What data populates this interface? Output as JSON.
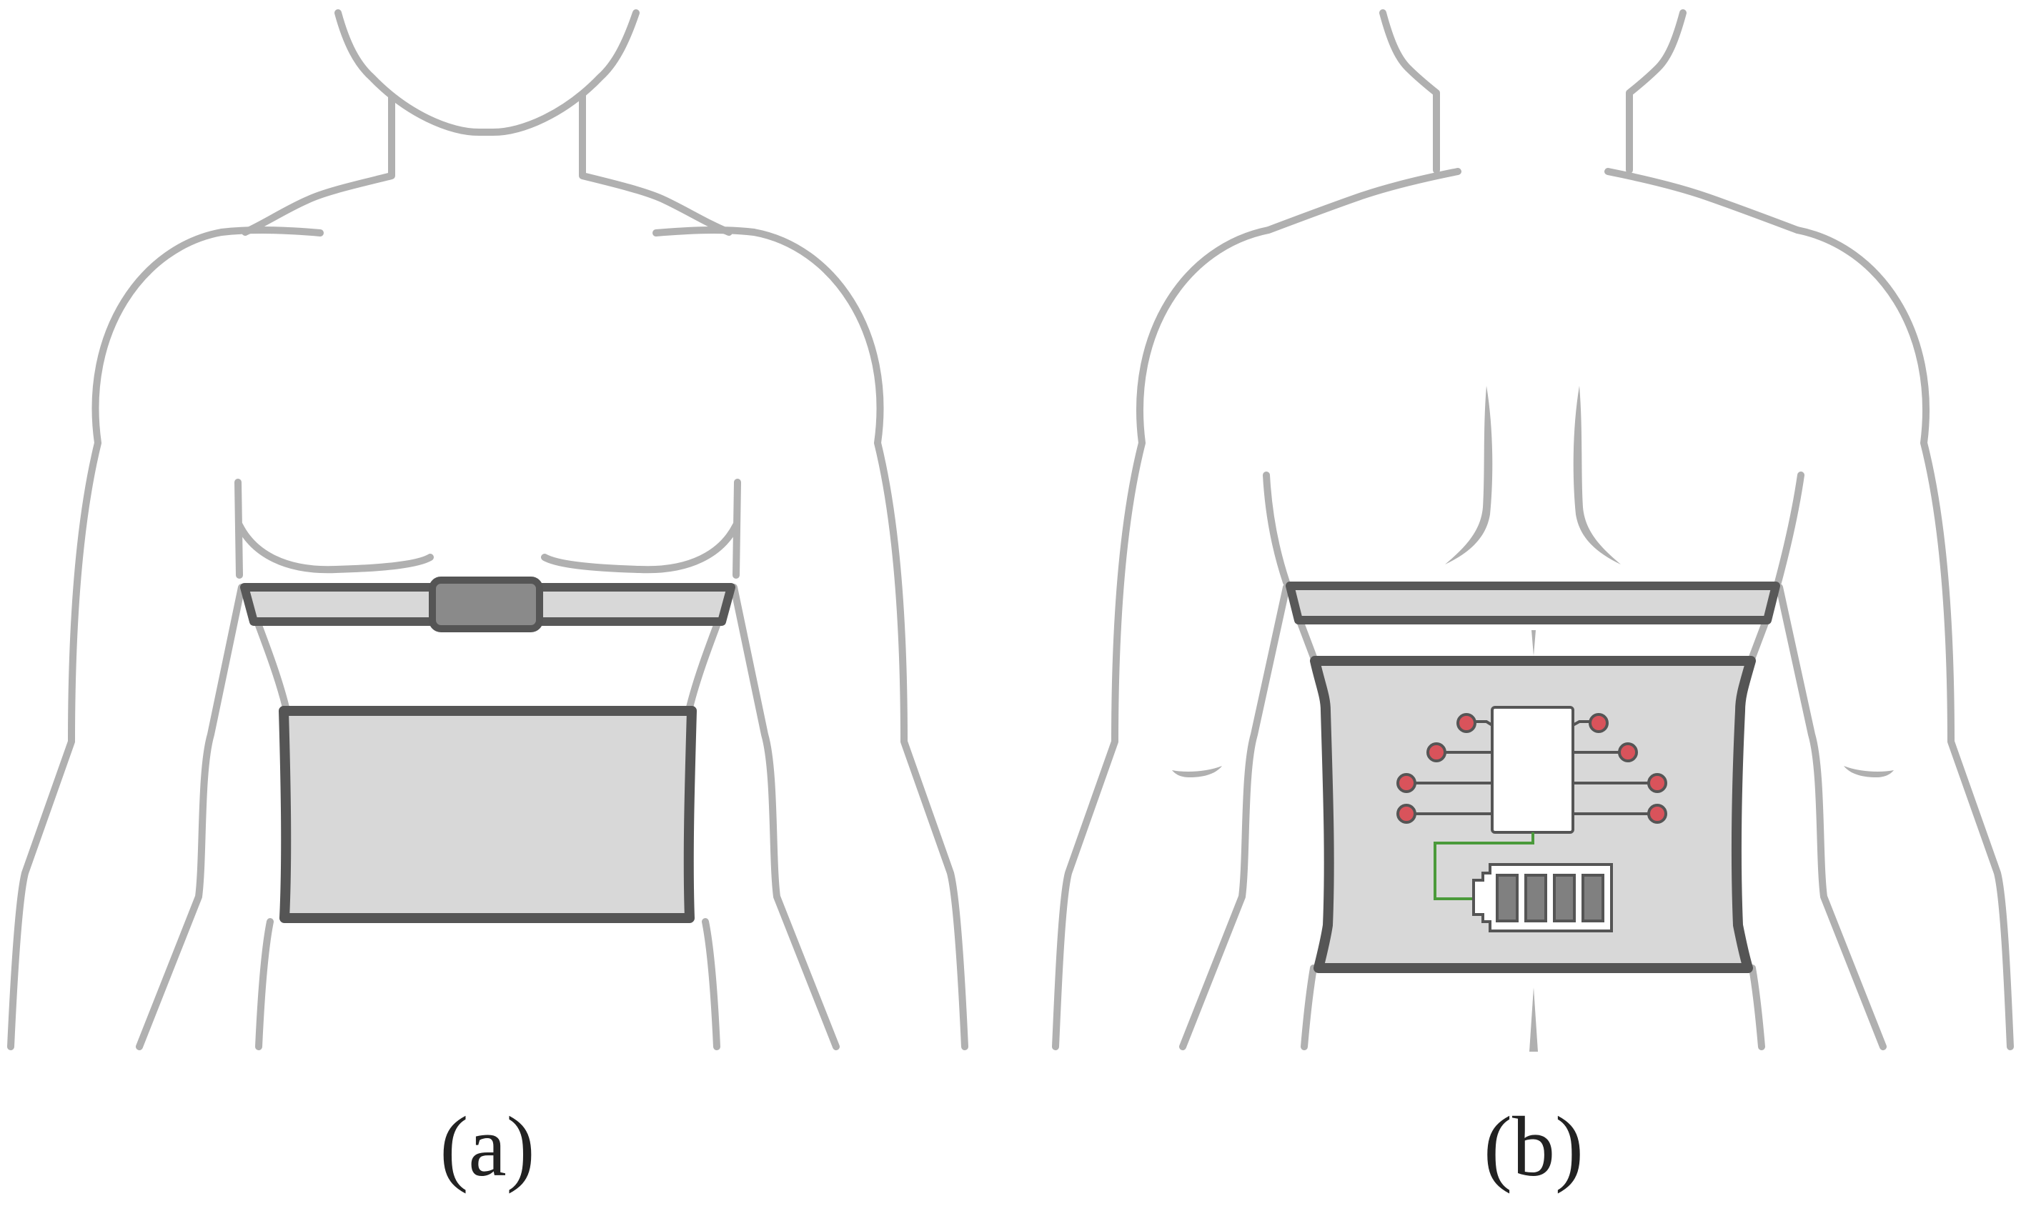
{
  "panels": [
    {
      "id": "a",
      "label": "(a)",
      "view": "front"
    },
    {
      "id": "b",
      "label": "(b)",
      "view": "back"
    }
  ],
  "colors": {
    "body_outline": "#b0b0b0",
    "strap_fill": "#d8d8d8",
    "strap_outline": "#555555",
    "sensor_module": "#8a8a8a",
    "electrode": "#d9535b",
    "power_trace": "#4a9a3a"
  },
  "icons": {
    "electrode": "electrode-dot-icon",
    "chip": "microcontroller-icon",
    "battery": "battery-icon"
  },
  "electrode_count": 8,
  "battery_cell_count": 4
}
